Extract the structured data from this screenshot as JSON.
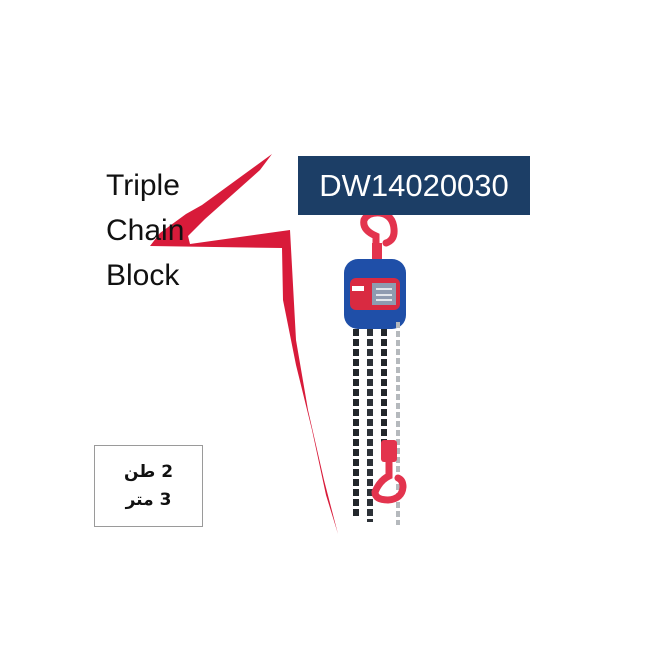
{
  "title": {
    "lines": [
      "Triple",
      "Chain",
      "Block"
    ]
  },
  "product_code": "DW14020030",
  "specs": {
    "capacity": "2 طن",
    "lift_height": "3 متر"
  },
  "colors": {
    "accent_red": "#d81b3a",
    "badge_blue": "#1c3e66",
    "hoist_blue": "#1f4fa8"
  },
  "icons": {
    "lightning": "lightning-bolt-icon",
    "product": "chain-hoist-icon"
  }
}
